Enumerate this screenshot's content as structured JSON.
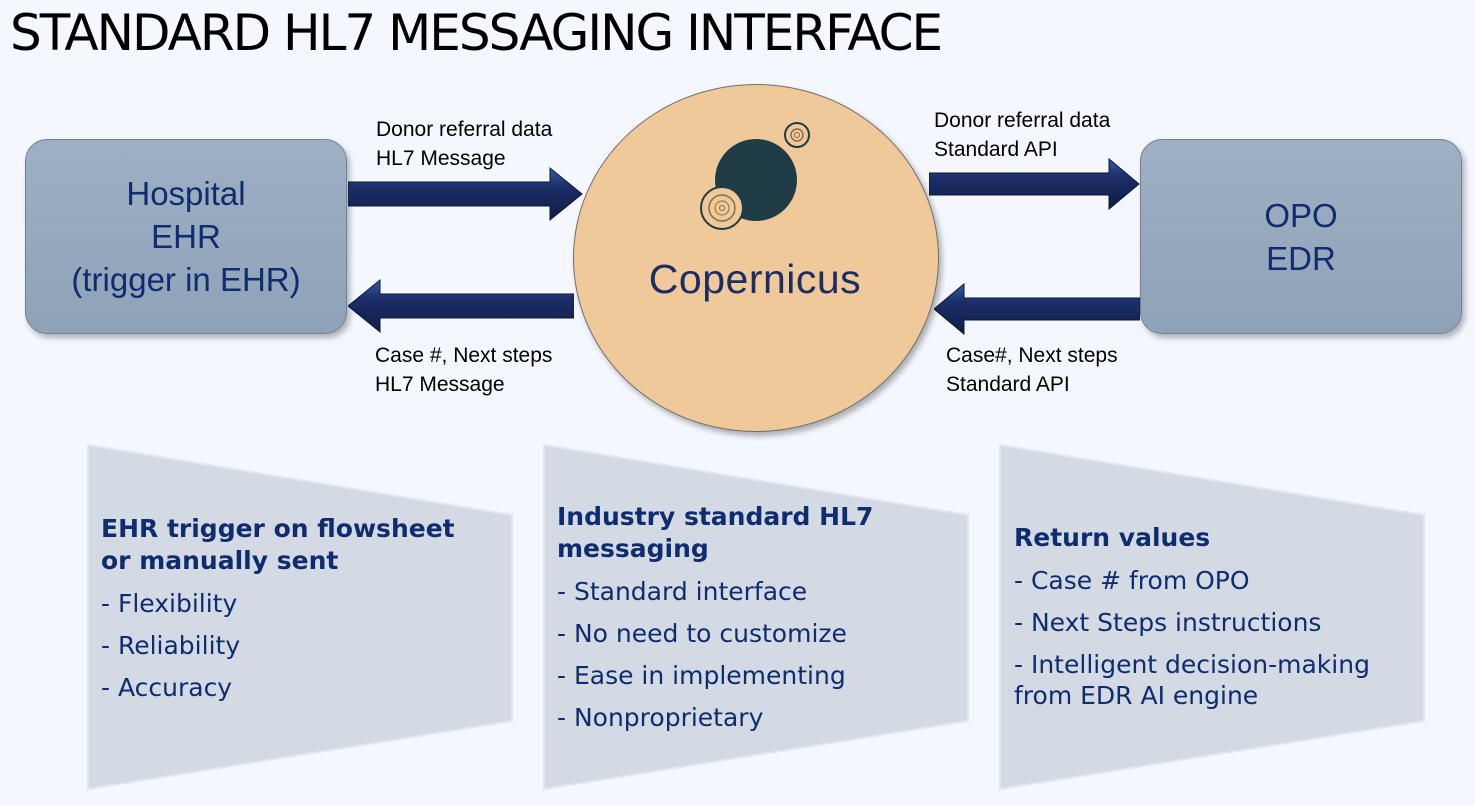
{
  "title": "STANDARD HL7 MESSAGING INTERFACE",
  "hospital": {
    "line1": "Hospital",
    "line2": "EHR",
    "line3": "(trigger in EHR)"
  },
  "opo": {
    "line1": "OPO",
    "line2": "EDR"
  },
  "center": {
    "label": "Copernicus"
  },
  "flows": {
    "hospital_to_copernicus": {
      "line1": "Donor referral data",
      "line2": "HL7 Message"
    },
    "copernicus_to_hospital": {
      "line1": "Case #, Next steps",
      "line2": "HL7 Message"
    },
    "copernicus_to_opo": {
      "line1": "Donor referral data",
      "line2": "Standard API"
    },
    "opo_to_copernicus": {
      "line1": "Case#, Next steps",
      "line2": "Standard API"
    }
  },
  "panels": [
    {
      "heading": "EHR trigger on flowsheet or manually sent",
      "items": [
        "- Flexibility",
        "- Reliability",
        "- Accuracy"
      ]
    },
    {
      "heading": "Industry standard HL7 messaging",
      "items": [
        "- Standard interface",
        "- No need to customize",
        "- Ease in implementing",
        "- Nonproprietary"
      ]
    },
    {
      "heading": "Return values",
      "items": [
        "- Case # from OPO",
        "- Next Steps instructions",
        "- Intelligent decision-making from EDR AI engine"
      ]
    }
  ],
  "colors": {
    "box_fill": "#97aabe",
    "circle_fill": "#efc999",
    "arrow_fill": "#1c2f68",
    "text_navy": "#0f2c6f",
    "panel_fill": "#d3dae4"
  }
}
